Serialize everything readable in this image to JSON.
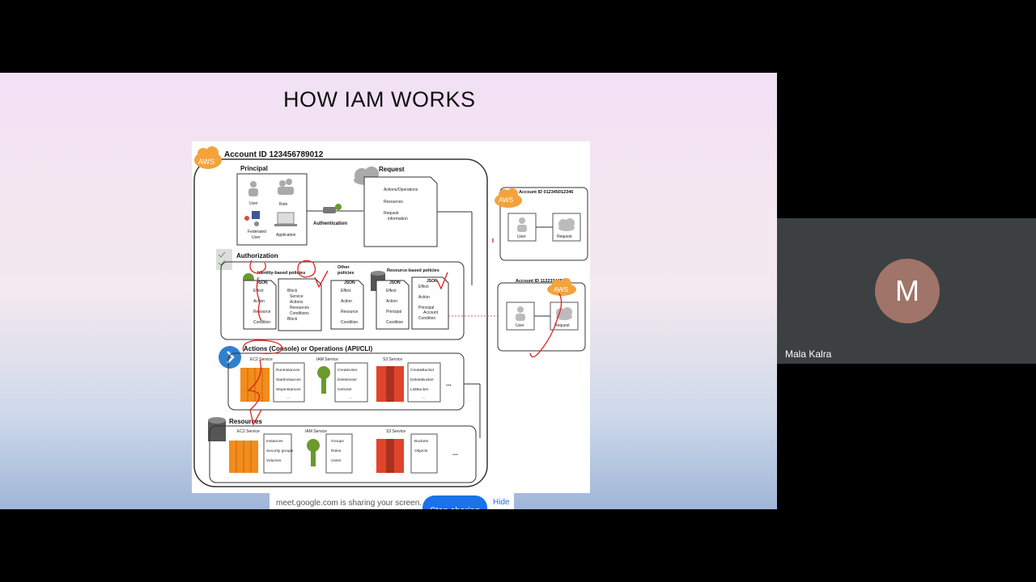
{
  "slide": {
    "title": "HOW IAM WORKS"
  },
  "diagram": {
    "account_title": "Account ID 123456789012",
    "aws_badge": "AWS",
    "principal": {
      "heading": "Principal",
      "user": "User",
      "role": "Role",
      "federated_line1": "Federated",
      "federated_line2": "User",
      "application": "Application"
    },
    "authentication": "Authentication",
    "request": {
      "heading": "Request",
      "line1": "Actions/Operations",
      "line2": "Resources",
      "line3a": "Request",
      "line3b": "information"
    },
    "authorization": {
      "heading": "Authorization",
      "identity_label": "Identity-based policies",
      "other_label_1": "Other",
      "other_label_2": "policies",
      "resource_label": "Resource-based policies",
      "json": "JSON",
      "p1": [
        "Effect",
        "Action",
        "Resource",
        "Condition"
      ],
      "p2": [
        "Block",
        "Service",
        "Actions",
        "Resources",
        "Conditions",
        "Block"
      ],
      "p3": [
        "Effect",
        "Action",
        "Resource",
        "Condition"
      ],
      "p4": [
        "Effect",
        "Action",
        "Principal",
        "Condition"
      ],
      "p5": [
        "Effect",
        "Action",
        "Principal",
        "Account",
        "Condition"
      ]
    },
    "actions": {
      "heading": "Actions (Console) or Operations (API/CLI)",
      "ec2": "EC2 Service",
      "iam": "IAM Service",
      "s3": "S3 Service",
      "ec2_ops": [
        "RunInstances",
        "StartInstances",
        "StopInstances",
        "..."
      ],
      "iam_ops": [
        "CreateUser",
        "DeleteUser",
        "GetUser",
        "..."
      ],
      "s3_ops": [
        "CreateBucket",
        "DeleteBucket",
        "ListBucket",
        "..."
      ],
      "more": "..."
    },
    "resources": {
      "heading": "Resources",
      "ec2_items": [
        "Instances",
        "Security groups",
        "Volumes"
      ],
      "iam_items": [
        "Groups",
        "Roles",
        "Users"
      ],
      "s3_items": [
        "Buckets",
        "Objects"
      ],
      "more": "..."
    },
    "account2": {
      "title": "Account ID 012345012346",
      "user": "User",
      "request": "Request"
    },
    "account3": {
      "title": "Account ID 112233445566",
      "user": "User",
      "request": "Request"
    }
  },
  "share_bar": {
    "text": "meet.google.com is sharing your screen.",
    "stop_label": "Stop sharing",
    "hide_label": "Hide"
  },
  "participant": {
    "initial": "M",
    "name": "Mala Kalra"
  },
  "colors": {
    "aws_orange": "#f4a33b",
    "ec2_orange": "#f28c1c",
    "s3_red": "#e0442b",
    "iam_green": "#6a9a2c",
    "annotation_red": "#e02020",
    "stop_blue": "#1a73e8",
    "avatar": "#a07468"
  }
}
